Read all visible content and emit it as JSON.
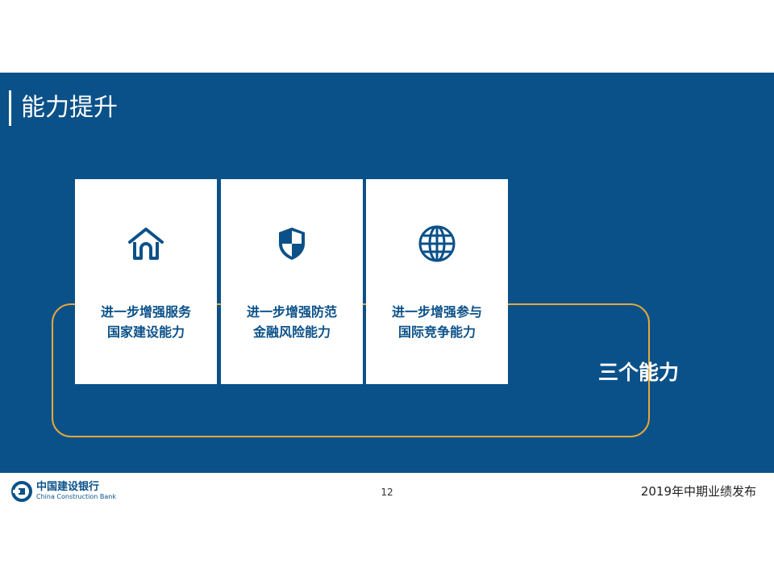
{
  "slide": {
    "title": "能力提升",
    "summary": "三个能力"
  },
  "cards": [
    {
      "icon": "house-icon",
      "line1": "进一步增强服务",
      "line2": "国家建设能力"
    },
    {
      "icon": "shield-icon",
      "line1": "进一步增强防范",
      "line2": "金融风险能力"
    },
    {
      "icon": "globe-icon",
      "line1": "进一步增强参与",
      "line2": "国际竞争能力"
    }
  ],
  "footer": {
    "logo_cn": "中国建设银行",
    "logo_en": "China Construction Bank",
    "page_number": "12",
    "report_title": "2019年中期业绩发布"
  },
  "colors": {
    "brand_blue": "#0b5189",
    "accent_gold": "#e6a73a",
    "card_bg": "#ffffff"
  }
}
